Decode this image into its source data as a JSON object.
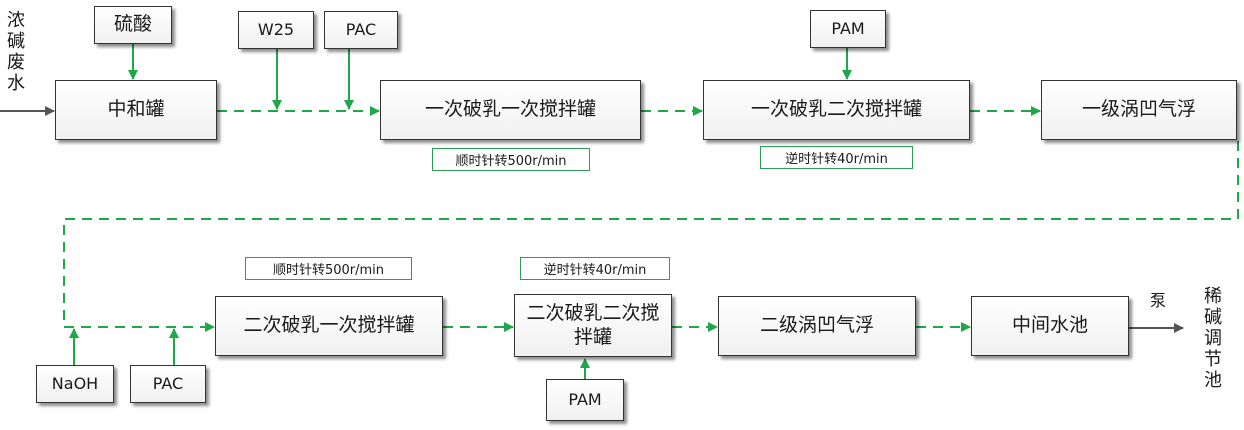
{
  "colors": {
    "flow": "#1fa84a",
    "feed": "#555555",
    "box_border": "#333333"
  },
  "process": {
    "inlet": "浓碱废水",
    "neutralization_tank": "中和罐",
    "demulsify1_tank1": "一次破乳一次搅拌罐",
    "demulsify1_tank2": "一次破乳二次搅拌罐",
    "flotation1": "一级涡凹气浮",
    "demulsify2_tank1": "二次破乳一次搅拌罐",
    "demulsify2_tank2": "二次破乳二次搅拌罐",
    "flotation2": "二级涡凹气浮",
    "middle_pool": "中间水池",
    "pump": "泵",
    "outlet": "稀碱调节池"
  },
  "reagents": {
    "sulfuric_acid": "硫酸",
    "w25": "W25",
    "pac_1": "PAC",
    "pam_1": "PAM",
    "naoh": "NaOH",
    "pac_2": "PAC",
    "pam_2": "PAM"
  },
  "notes": {
    "d1t1_speed": "顺时针转500r/min",
    "d1t2_speed": "逆时针转40r/min",
    "d2t1_speed": "顺时针转500r/min",
    "d2t2_speed": "逆时针转40r/min"
  }
}
